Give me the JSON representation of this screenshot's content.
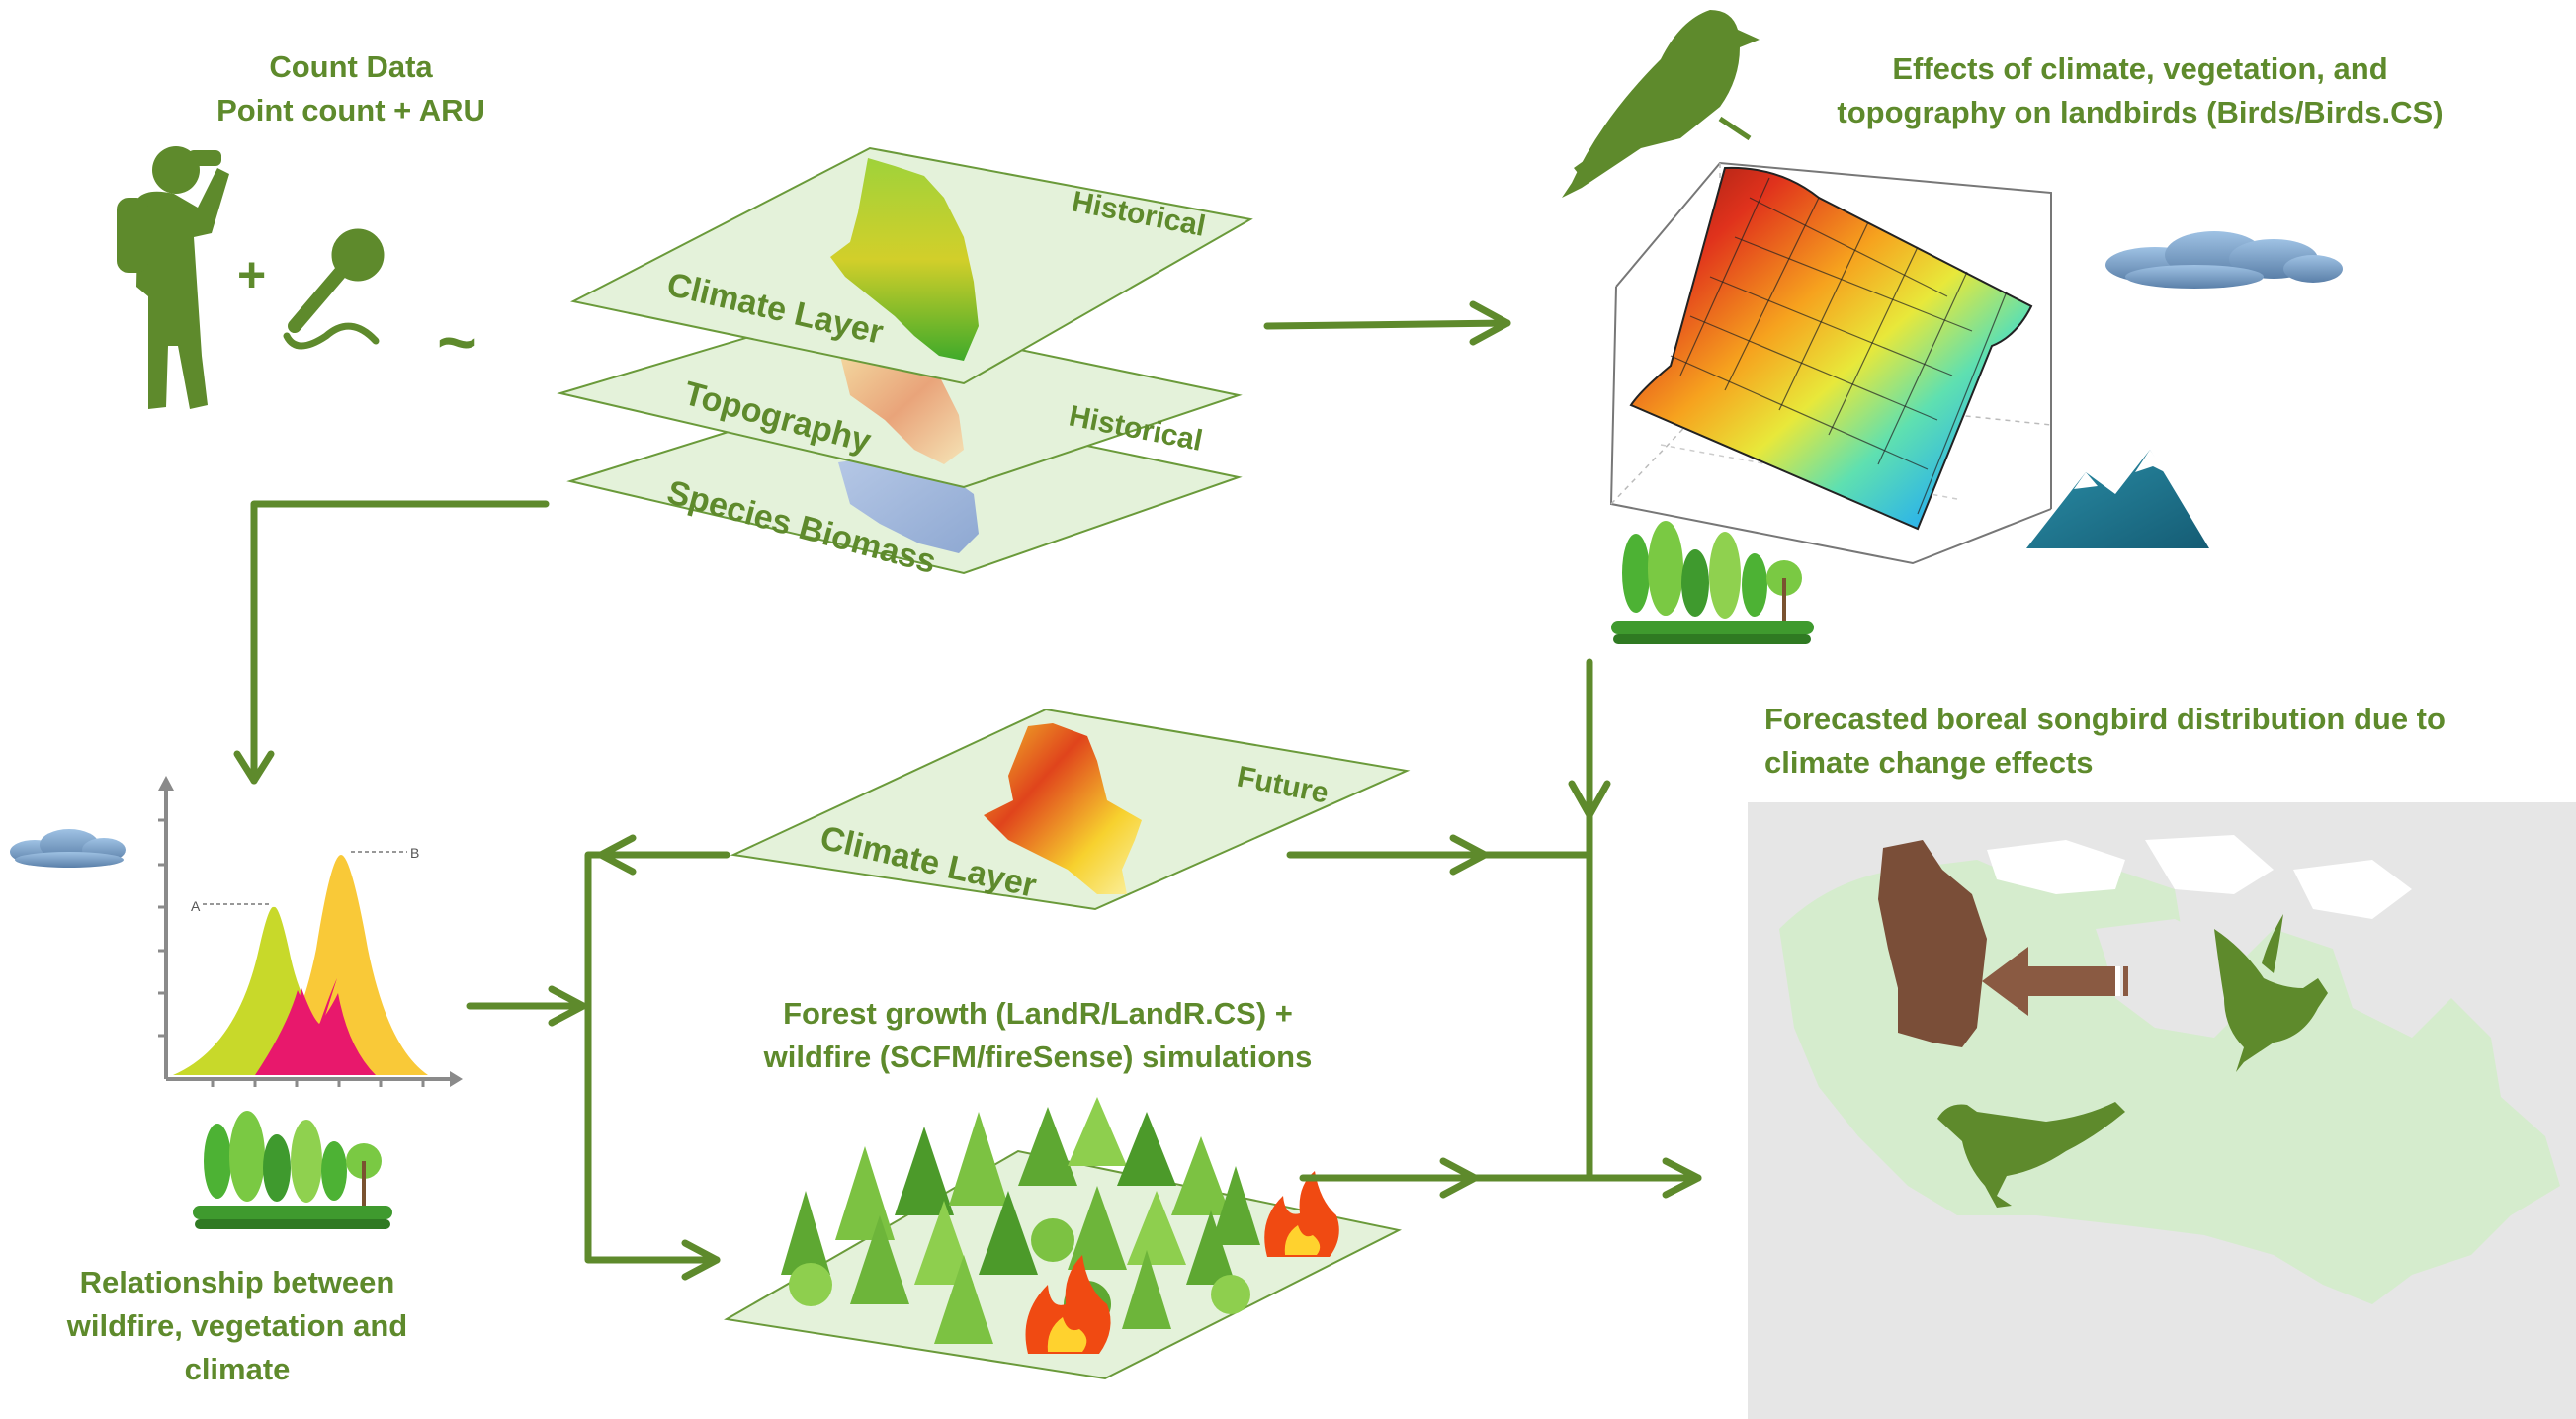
{
  "labels": {
    "count_data_line1": "Count Data",
    "count_data_line2": "Point count + ARU",
    "plus": "+",
    "tilde": "~",
    "effects_line1": "Effects of climate, vegetation,  and",
    "effects_line2": "topography on landbirds (Birds/Birds.CS)",
    "forecast_line1": "Forecasted boreal songbird distribution due to",
    "forecast_line2": "climate change effects",
    "forest_line1": "Forest growth (LandR/LandR.CS) +",
    "forest_line2": "wildfire (SCFM/fireSense) simulations",
    "relationship_line1": "Relationship between",
    "relationship_line2": "wildfire, vegetation and",
    "relationship_line3": "climate"
  },
  "layers": {
    "climate_layer": "Climate Layer",
    "topography": "Topography",
    "species_biomass": "Species Biomass",
    "historical_top": "Historical",
    "historical_mid": "Historical",
    "future_climate_layer": "Climate Layer",
    "future": "Future"
  },
  "curve_chart": {
    "label_a": "A",
    "label_b": "B"
  },
  "colors": {
    "green": "#5e8a2c",
    "plane_fill": "#e4f2da",
    "plane_stroke": "#6a9a3a",
    "map_land": "#d5eccd",
    "map_bg": "#e6e6e6",
    "brown": "#7a4e38"
  }
}
